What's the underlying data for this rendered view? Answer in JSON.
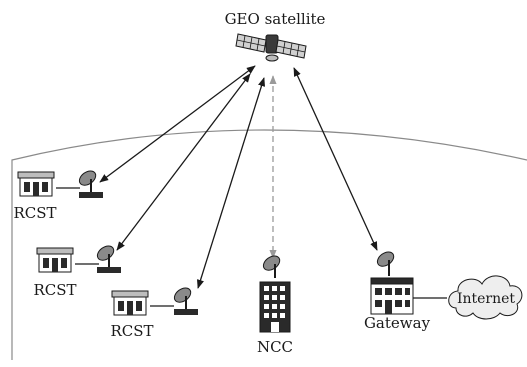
{
  "diagram": {
    "satellite_label": "GEO satellite",
    "rcst_labels": [
      "RCST",
      "RCST",
      "RCST"
    ],
    "ncc_label": "NCC",
    "gateway_label": "Gateway",
    "internet_label": "Internet"
  },
  "colors": {
    "line": "#1a1a1a",
    "dashed_link": "#9a9a9a",
    "earth_curve": "#8a8a8a",
    "fill_gray": "#bdbdbd",
    "fill_dark": "#2a2a2a"
  }
}
